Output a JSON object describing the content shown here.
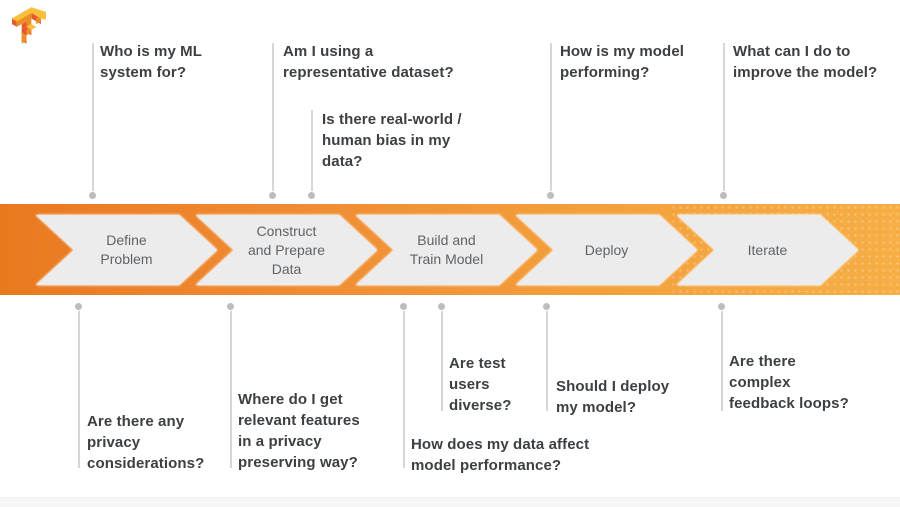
{
  "logo": {
    "name": "TensorFlow logo"
  },
  "colors": {
    "banner_gradient_left": "#e9791f",
    "banner_gradient_right": "#f6ae45",
    "chevron_fill": "#ececec",
    "chevron_text": "#5f6368",
    "question_text": "#3c4043",
    "connector_line": "#d6d6d6",
    "connector_dot": "#bdbdbd"
  },
  "banner": {
    "stages": [
      {
        "label": "Define\nProblem"
      },
      {
        "label": "Construct\nand Prepare\nData"
      },
      {
        "label": "Build and\nTrain Model"
      },
      {
        "label": "Deploy"
      },
      {
        "label": "Iterate"
      }
    ]
  },
  "questions_top": [
    {
      "text": "Who is my ML\nsystem for?"
    },
    {
      "text": "Am I using a\nrepresentative dataset?"
    },
    {
      "text": "Is there real-world /\nhuman bias in my\ndata?"
    },
    {
      "text": "How is my model\nperforming?"
    },
    {
      "text": "What can I do to\nimprove the model?"
    }
  ],
  "questions_bottom": [
    {
      "text": "Are there any\nprivacy\nconsiderations?"
    },
    {
      "text": "Where do I get\nrelevant features\nin a privacy\npreserving way?"
    },
    {
      "text": "How does my data affect\nmodel performance?"
    },
    {
      "text": "Are test\nusers\ndiverse?"
    },
    {
      "text": "Should I deploy\nmy model?"
    },
    {
      "text": "Are there\ncomplex\nfeedback loops?"
    }
  ]
}
